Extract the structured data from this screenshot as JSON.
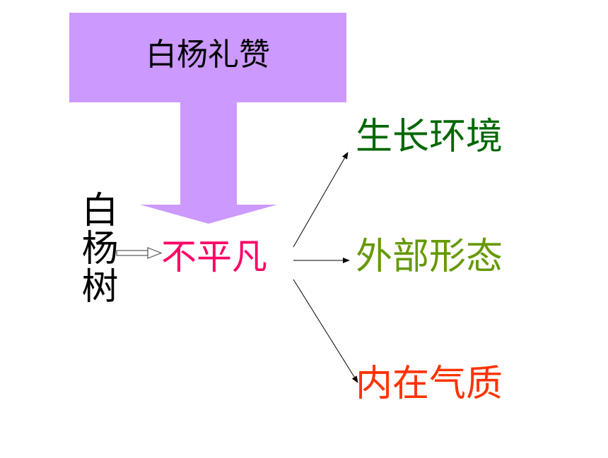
{
  "diagram": {
    "title": "白杨礼赞",
    "subject": "白杨树",
    "center": "不平凡",
    "branches": [
      {
        "label": "生长环境",
        "color": "#006600"
      },
      {
        "label": "外部形态",
        "color": "#669900"
      },
      {
        "label": "内在气质",
        "color": "#ff3300"
      }
    ]
  },
  "colors": {
    "title_fill": "#cc99ff",
    "center_text": "#ff0066",
    "text": "#000000"
  }
}
